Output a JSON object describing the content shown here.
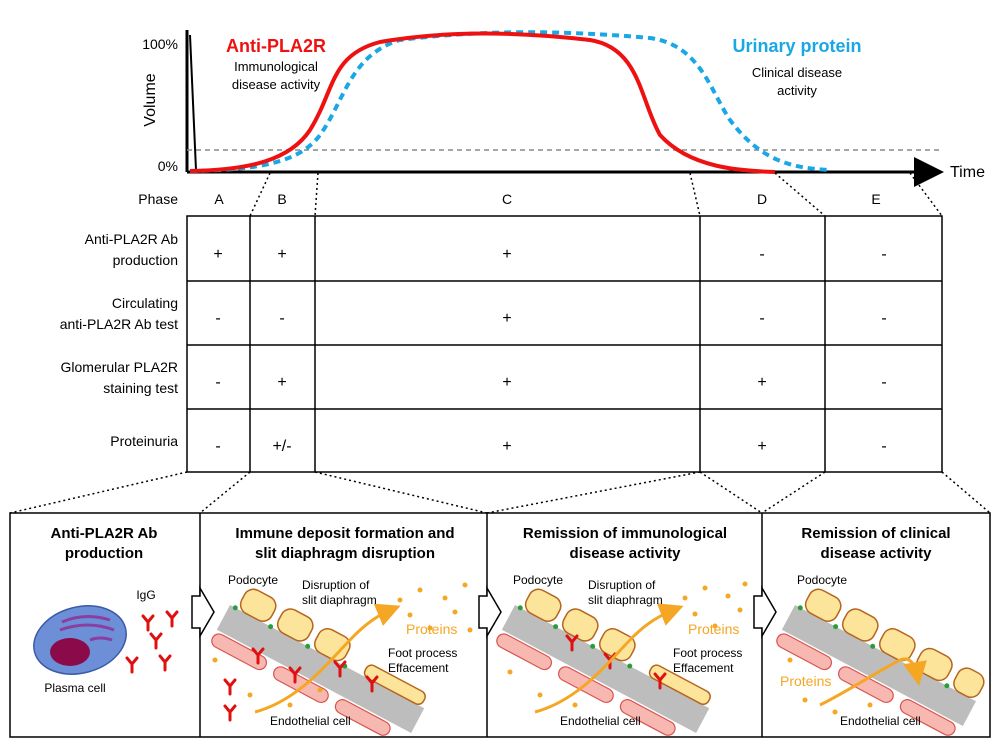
{
  "graph": {
    "y_axis_label": "Volume",
    "y_ticks": [
      "100%",
      "0%"
    ],
    "x_axis_label": "Time",
    "anti_title": "Anti-PLA2R",
    "anti_sub1": "Immunological",
    "anti_sub2": "disease activity",
    "urine_title": "Urinary protein",
    "urine_sub1": "Clinical disease",
    "urine_sub2": "activity",
    "colors": {
      "anti": "#ee1111",
      "urine": "#1aa7e6",
      "threshold": "#888888"
    }
  },
  "table": {
    "phase_header": "Phase",
    "phases": [
      "A",
      "B",
      "C",
      "D",
      "E"
    ],
    "rows": [
      {
        "label1": "Anti-PLA2R Ab",
        "label2": "production",
        "values": [
          "+",
          "+",
          "+",
          "-",
          "-"
        ]
      },
      {
        "label1": "Circulating",
        "label2": "anti-PLA2R Ab test",
        "values": [
          "-",
          "-",
          "+",
          "-",
          "-"
        ]
      },
      {
        "label1": "Glomerular PLA2R",
        "label2": "staining test",
        "values": [
          "-",
          "+",
          "+",
          "+",
          "-"
        ]
      },
      {
        "label1": "Proteinuria",
        "label2": "",
        "values": [
          "-",
          "+/-",
          "+",
          "+",
          "-"
        ]
      }
    ]
  },
  "panels": [
    {
      "title1": "Anti-PLA2R Ab",
      "title2": "production",
      "igg": "IgG",
      "plasma": "Plasma cell"
    },
    {
      "title1": "Immune deposit formation and",
      "title2": "slit diaphragm disruption",
      "podocyte": "Podocyte",
      "disruption1": "Disruption of",
      "disruption2": "slit diaphragm",
      "proteins": "Proteins",
      "foot1": "Foot process",
      "foot2": "Effacement",
      "endo": "Endothelial cell"
    },
    {
      "title1": "Remission of immunological",
      "title2": "disease activity",
      "podocyte": "Podocyte",
      "disruption1": "Disruption of",
      "disruption2": "slit diaphragm",
      "proteins": "Proteins",
      "foot1": "Foot process",
      "foot2": "Effacement",
      "endo": "Endothelial cell"
    },
    {
      "title1": "Remission of clinical",
      "title2": "disease activity",
      "podocyte": "Podocyte",
      "proteins": "Proteins",
      "endo": "Endothelial cell"
    }
  ]
}
